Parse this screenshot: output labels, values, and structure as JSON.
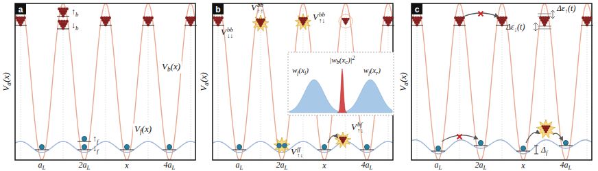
{
  "diagram": {
    "labels": [
      "a",
      "b",
      "c",
      "V",
      "α",
      "(x)",
      "V",
      "α",
      "(x)",
      "V",
      "α",
      "(x)",
      "a",
      "L",
      "2a",
      "L",
      "x",
      "4a",
      "L",
      "a",
      "L",
      "2a",
      "L",
      "x",
      "4a",
      "L",
      "a",
      "L",
      "2a",
      "L",
      "x",
      "4a",
      "L",
      "↑",
      "b",
      "↓",
      "b",
      "↑",
      "f",
      "↓",
      "f",
      "V",
      "b",
      "(x)",
      "V",
      "f",
      "(x)",
      "V",
      "bb",
      "↑↑",
      "V",
      "bb",
      "↓↓",
      "V",
      "bb",
      "↑↓",
      "V",
      "ff",
      "↑↓",
      "V",
      "bf",
      "↑↓",
      "|w",
      "b",
      "(x",
      "c",
      ")|",
      "2",
      "w",
      "f",
      "(x",
      "l",
      ")",
      "w",
      "f",
      "(x",
      "r",
      ")",
      "Δε",
      "↑",
      "(t)",
      "Δε",
      "↓",
      "(t)",
      "Δ",
      "f"
    ]
  }
}
